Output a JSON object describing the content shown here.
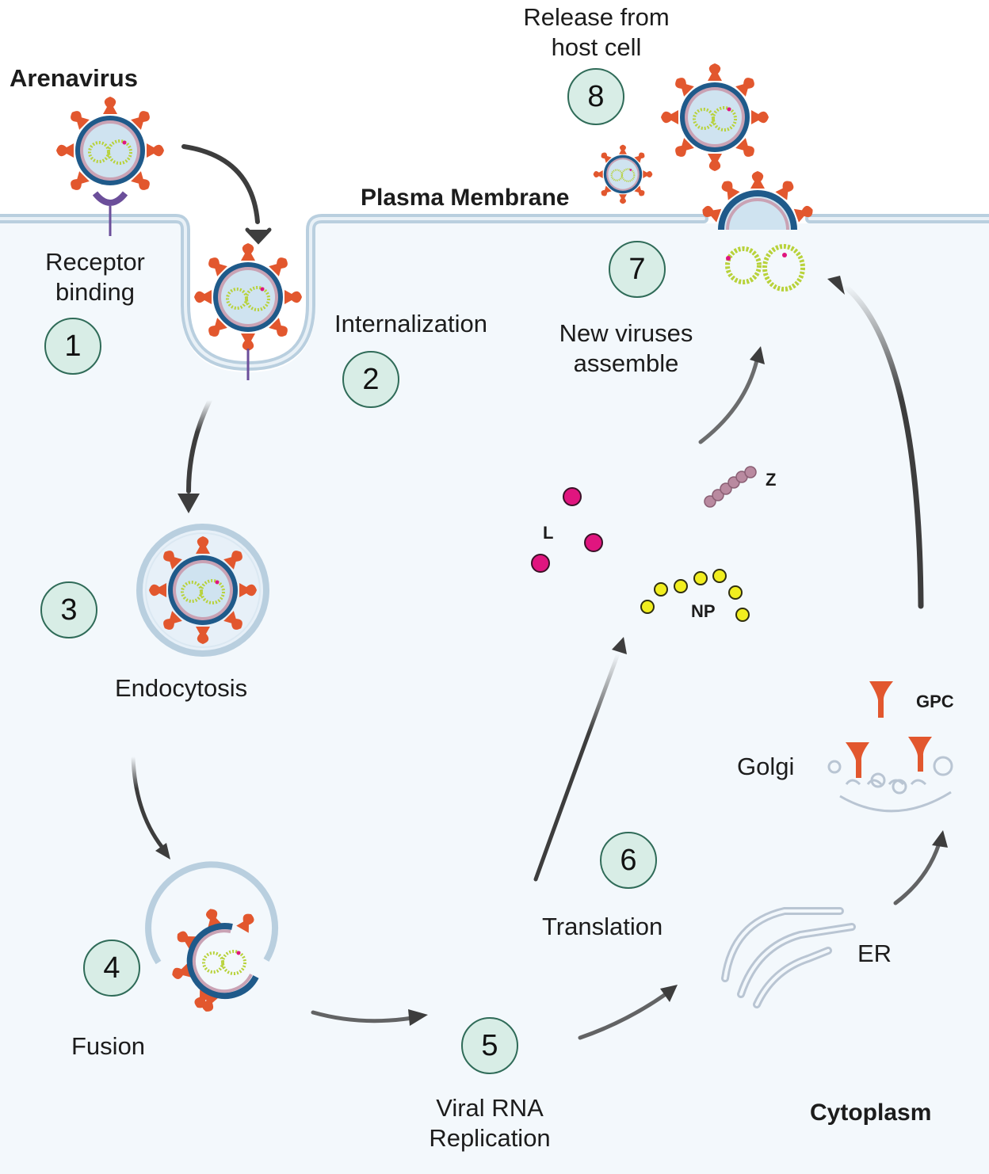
{
  "title": "Arenavirus",
  "membrane_label": "Plasma Membrane",
  "cytoplasm_label": "Cytoplasm",
  "steps": [
    {
      "number": "1",
      "label": "Receptor\nbinding"
    },
    {
      "number": "2",
      "label": "Internalization"
    },
    {
      "number": "3",
      "label": "Endocytosis"
    },
    {
      "number": "4",
      "label": "Fusion"
    },
    {
      "number": "5",
      "label": "Viral RNA\nReplication"
    },
    {
      "number": "6",
      "label": "Translation"
    },
    {
      "number": "7",
      "label": "New viruses\nassemble"
    },
    {
      "number": "8",
      "label": "Release from\nhost cell"
    }
  ],
  "proteins": {
    "L": "L",
    "Z": "Z",
    "NP": "NP",
    "GPC": "GPC"
  },
  "organelles": {
    "golgi": "Golgi",
    "er": "ER"
  },
  "colors": {
    "cytoplasm": "#f3f8fc",
    "membrane": "#b9cfdf",
    "virus_envelope": "#1f5a8a",
    "spike": "#e2572e",
    "rna": "#b8d23a",
    "l_protein": "#e0157f",
    "np_protein": "#f1ee1f",
    "z_protein": "#b98aa0",
    "step_fill": "#d8ede6",
    "step_border": "#2f6b58",
    "arrow": "#3d3d3d"
  }
}
